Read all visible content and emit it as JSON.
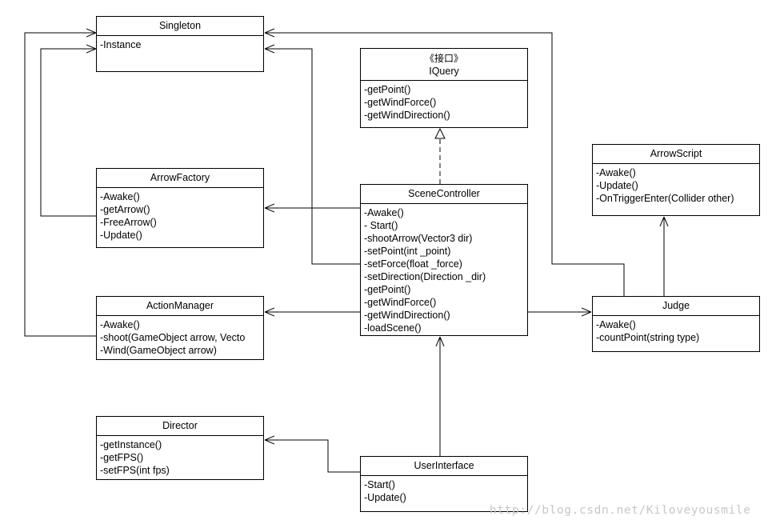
{
  "classes": [
    {
      "key": "singleton",
      "name": "Singleton",
      "ops": [
        "-Instance"
      ]
    },
    {
      "key": "iquery",
      "stereotype": "《接口》",
      "name": "IQuery",
      "ops": [
        "-getPoint()",
        "-getWindForce()",
        "-getWindDirection()"
      ]
    },
    {
      "key": "arrowscript",
      "name": "ArrowScript",
      "ops": [
        "-Awake()",
        "-Update()",
        "-OnTriggerEnter(Collider other)"
      ]
    },
    {
      "key": "arrowfactory",
      "name": "ArrowFactory",
      "ops": [
        "-Awake()",
        "-getArrow()",
        "-FreeArrow()",
        "-Update()"
      ]
    },
    {
      "key": "scenecontroller",
      "name": "SceneController",
      "ops": [
        "-Awake()",
        "- Start()",
        "-shootArrow(Vector3 dir)",
        "-setPoint(int _point)",
        "-setForce(float _force)",
        "-setDirection(Direction _dir)",
        "-getPoint()",
        "-getWindForce()",
        "-getWindDirection()",
        "-loadScene()"
      ]
    },
    {
      "key": "actionmanager",
      "name": "ActionManager",
      "ops": [
        "-Awake()",
        "-shoot(GameObject arrow, Vecto",
        "-Wind(GameObject arrow)"
      ]
    },
    {
      "key": "judge",
      "name": "Judge",
      "ops": [
        "-Awake()",
        "-countPoint(string type)"
      ]
    },
    {
      "key": "director",
      "name": "Director",
      "ops": [
        "-getInstance()",
        "-getFPS()",
        "-setFPS(int fps)"
      ]
    },
    {
      "key": "userinterface",
      "name": "UserInterface",
      "ops": [
        "-Start()",
        "-Update()"
      ]
    }
  ],
  "watermark": "http://blog.csdn.net/Kiloveyousmile"
}
